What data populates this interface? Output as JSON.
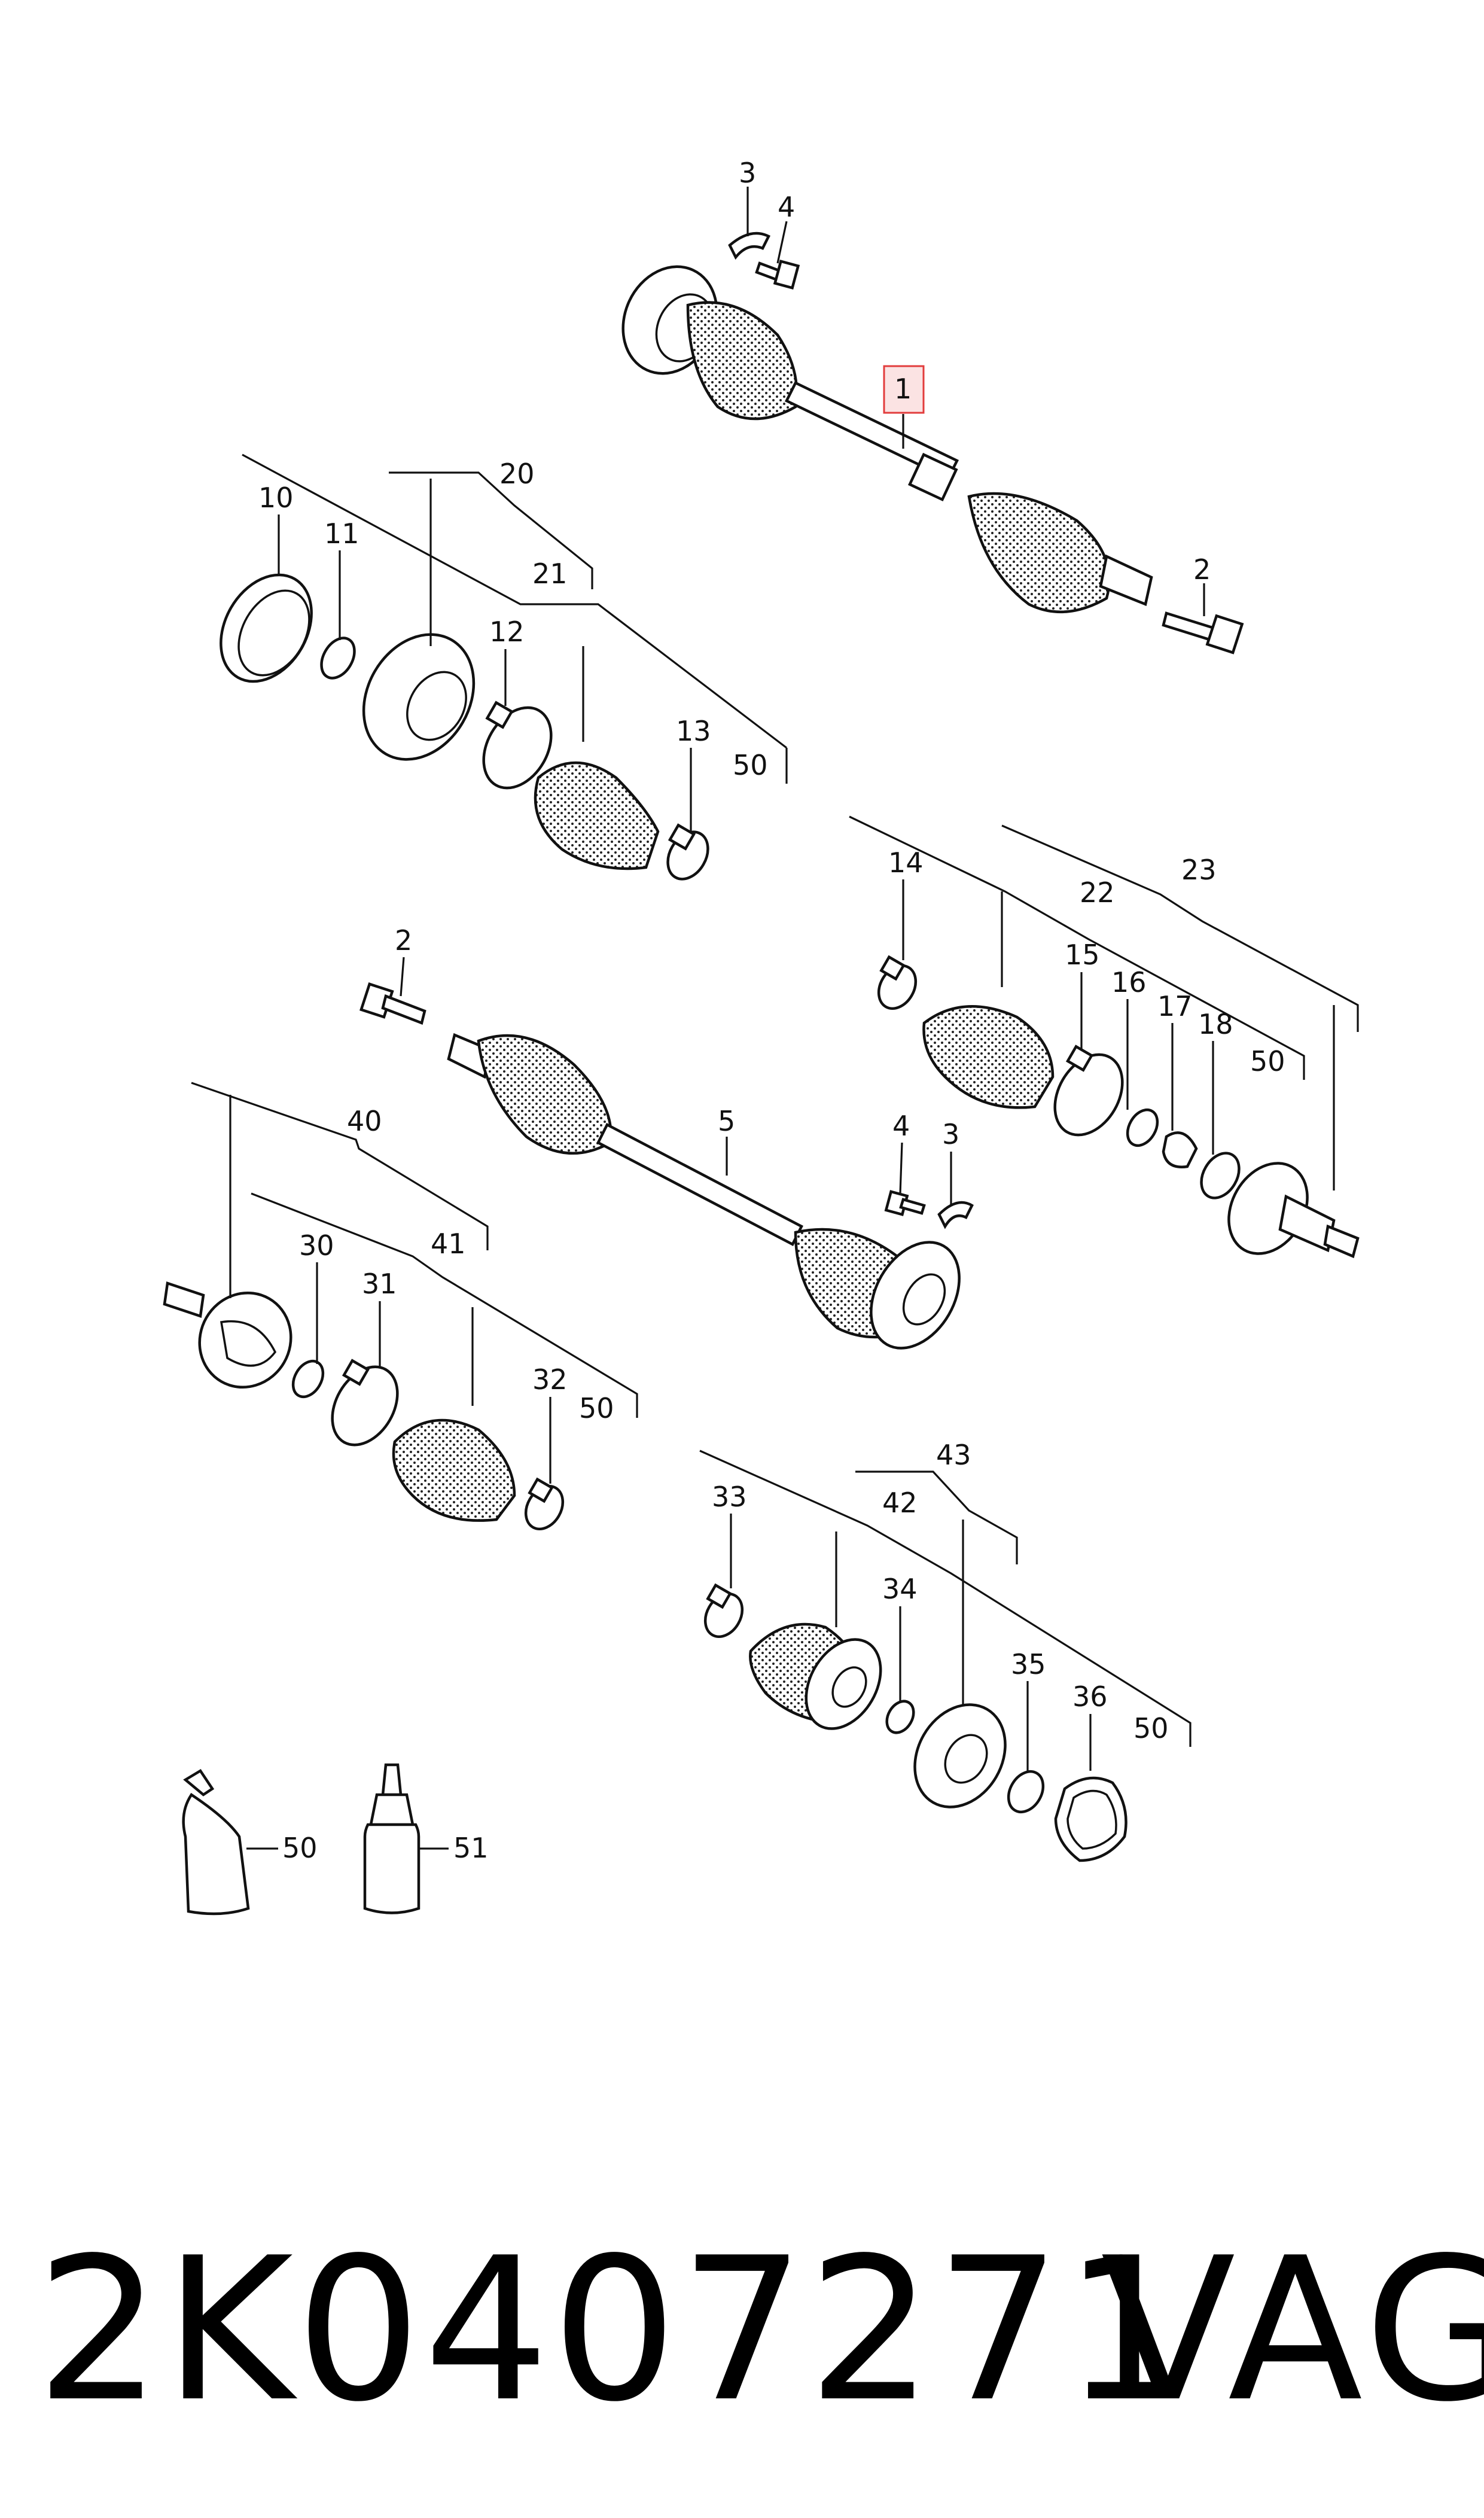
{
  "diagram": {
    "part_labels": {
      "p1": "1",
      "p2a": "2",
      "p3a": "3",
      "p4a": "4",
      "p10": "10",
      "p11": "11",
      "p12": "12",
      "p13": "13",
      "p20": "20",
      "p21": "21",
      "p50a": "50",
      "p14": "14",
      "p15": "15",
      "p16": "16",
      "p17": "17",
      "p18": "18",
      "p22": "22",
      "p23": "23",
      "p50b": "50",
      "p2b": "2",
      "p5": "5",
      "p4b": "4",
      "p3b": "3",
      "p30": "30",
      "p31": "31",
      "p32": "32",
      "p40": "40",
      "p41": "41",
      "p50c": "50",
      "p33": "33",
      "p34": "34",
      "p35": "35",
      "p36": "36",
      "p42": "42",
      "p43": "43",
      "p50d": "50",
      "p50e": "50",
      "p51": "51"
    },
    "highlighted_label": "1",
    "highlight_color": "#e23c3c"
  },
  "footer": {
    "part_number": "2K0407271",
    "brand": "VAG"
  }
}
